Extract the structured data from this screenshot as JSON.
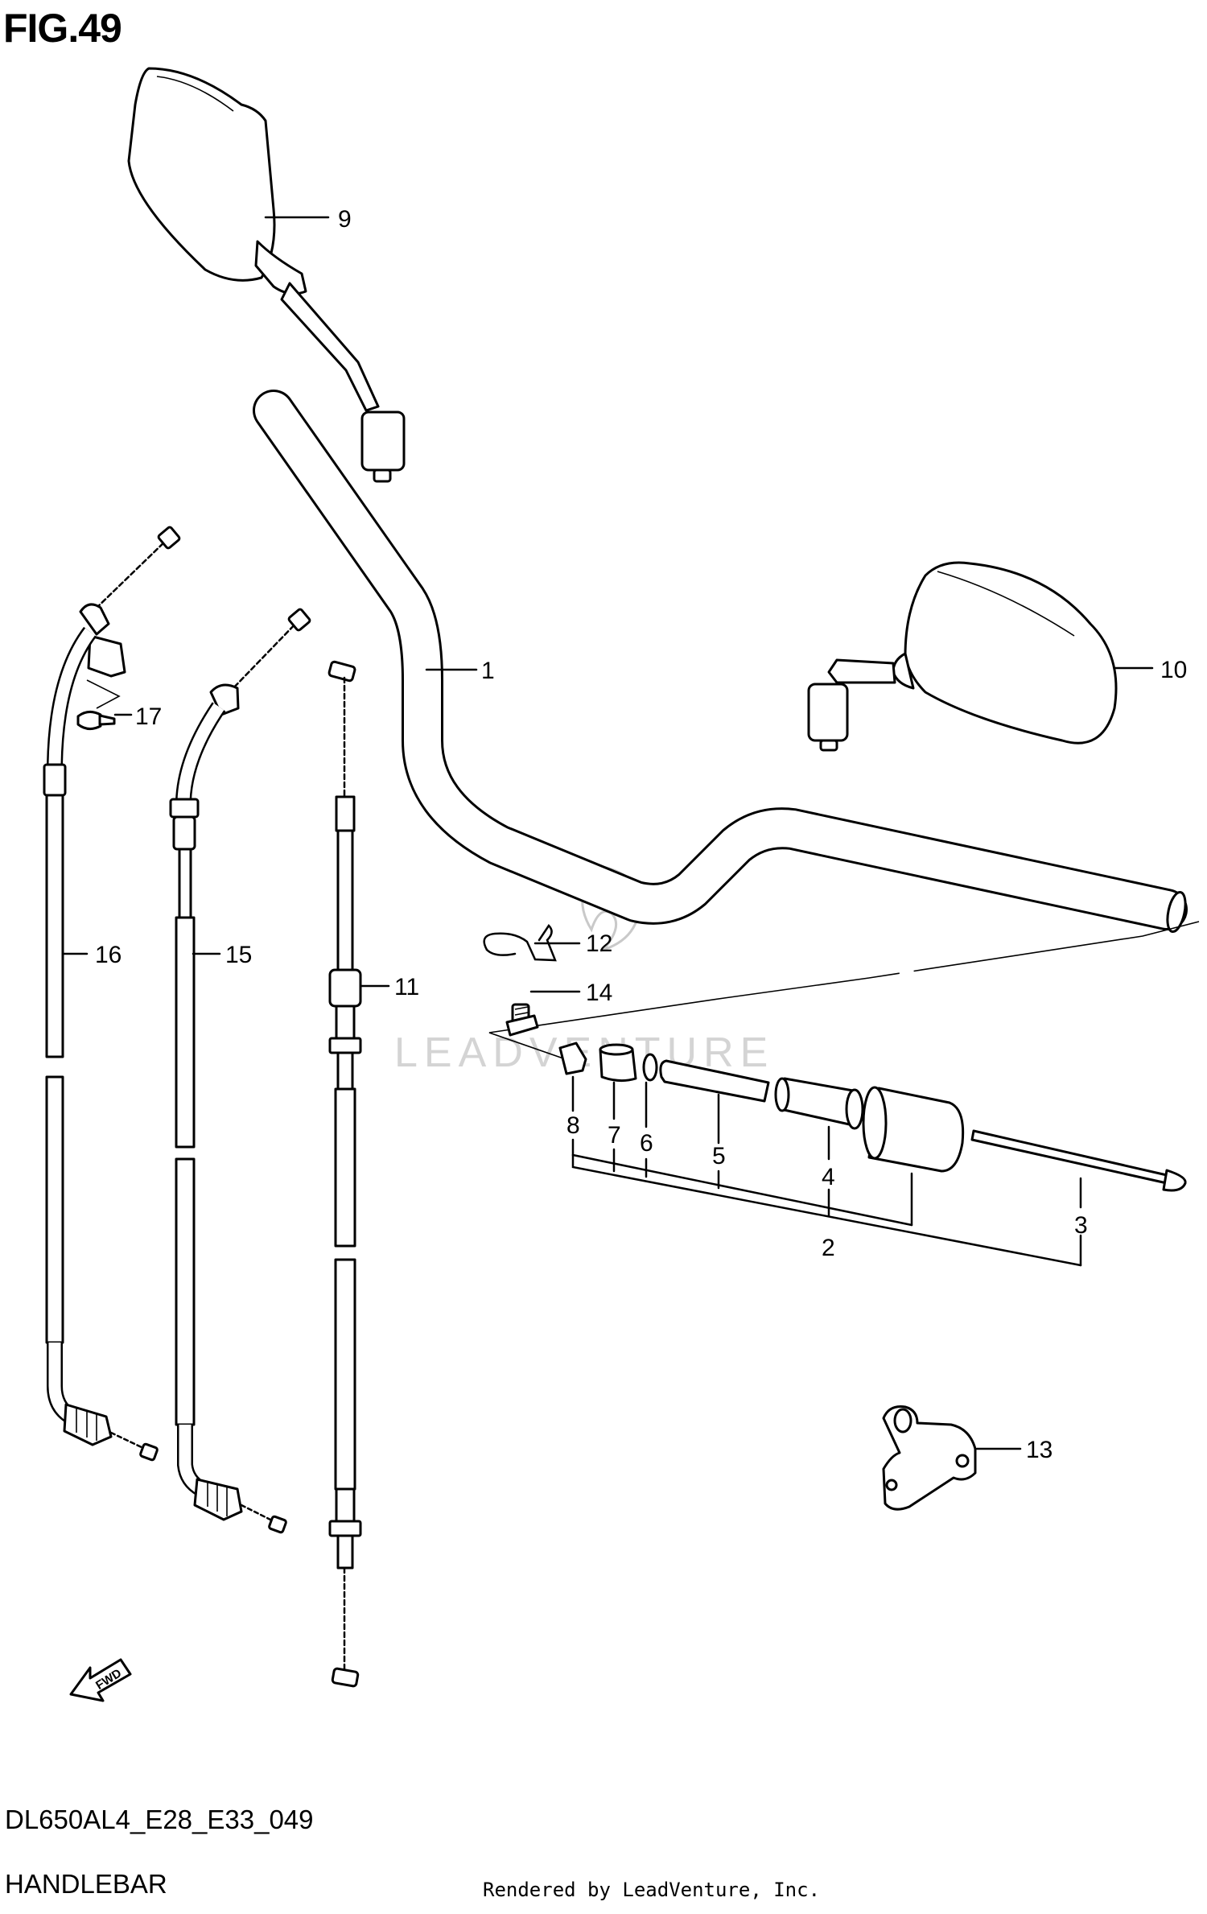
{
  "figure": {
    "title": "FIG.49",
    "code": "DL650AL4_E28_E33_049",
    "name": "HANDLEBAR",
    "credit": "Rendered by LeadVenture, Inc.",
    "watermark": "LEADVENTURE"
  },
  "direction_marker": "FWD",
  "callouts": {
    "c1": "1",
    "c2": "2",
    "c3": "3",
    "c4": "4",
    "c5": "5",
    "c6": "6",
    "c7": "7",
    "c8": "8",
    "c9": "9",
    "c10": "10",
    "c11": "11",
    "c12": "12",
    "c13": "13",
    "c14": "14",
    "c15": "15",
    "c16": "16",
    "c17": "17"
  },
  "colors": {
    "line": "#000000",
    "background": "#ffffff",
    "watermark": "#c9c9c9"
  }
}
